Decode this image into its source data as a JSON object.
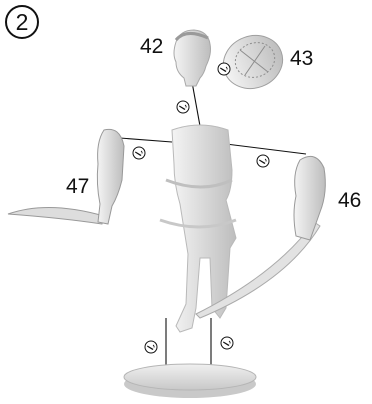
{
  "step": {
    "number": "2"
  },
  "parts": [
    {
      "id": "head",
      "label": "42"
    },
    {
      "id": "shield",
      "label": "43"
    },
    {
      "id": "right-arm-with-sword",
      "label": "46"
    },
    {
      "id": "left-arm-with-sword",
      "label": "47"
    }
  ],
  "glue_icon": "glue-drop-icon",
  "colors": {
    "part_fill": "#e6e6e6",
    "part_shade": "#bdbdbd",
    "line": "#111111"
  }
}
